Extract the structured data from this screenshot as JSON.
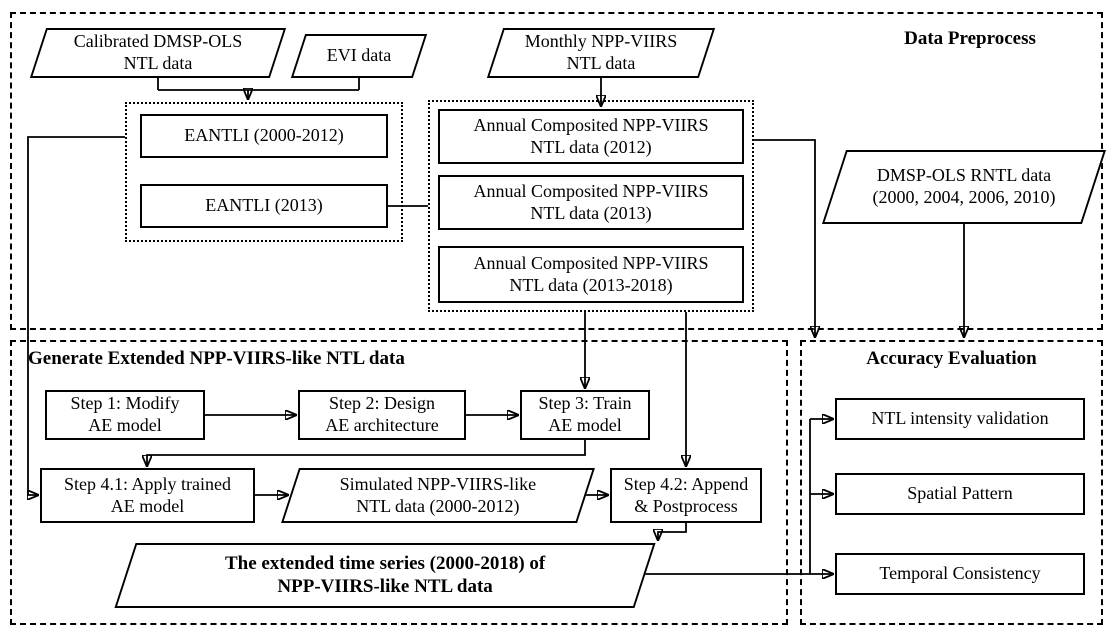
{
  "colors": {
    "line": "#000000",
    "background": "#ffffff",
    "text": "#000000"
  },
  "sections": {
    "preprocess": {
      "title": "Data Preprocess"
    },
    "generate": {
      "title": "Generate Extended NPP-VIIRS-like NTL data"
    },
    "accuracy": {
      "title": "Accuracy Evaluation"
    }
  },
  "nodes": {
    "calibrated_dmsp": {
      "label": "Calibrated DMSP-OLS\nNTL data",
      "shape": "parallelogram"
    },
    "evi": {
      "label": "EVI data",
      "shape": "parallelogram"
    },
    "monthly_npp": {
      "label": "Monthly NPP-VIIRS\nNTL data",
      "shape": "parallelogram"
    },
    "eantli_2000_2012": {
      "label": "EANTLI (2000-2012)",
      "shape": "rectangle"
    },
    "eantli_2013": {
      "label": "EANTLI (2013)",
      "shape": "rectangle"
    },
    "annual_2012": {
      "label": "Annual Composited NPP-VIIRS\nNTL data (2012)",
      "shape": "rectangle"
    },
    "annual_2013": {
      "label": "Annual Composited NPP-VIIRS\nNTL data (2013)",
      "shape": "rectangle"
    },
    "annual_2013_2018": {
      "label": "Annual Composited NPP-VIIRS\nNTL data (2013-2018)",
      "shape": "rectangle"
    },
    "dmsp_rntl": {
      "label": "DMSP-OLS RNTL data\n(2000, 2004, 2006, 2010)",
      "shape": "parallelogram"
    },
    "step1": {
      "label": "Step 1: Modify\nAE model",
      "shape": "rectangle"
    },
    "step2": {
      "label": "Step 2: Design\nAE architecture",
      "shape": "rectangle"
    },
    "step3": {
      "label": "Step 3: Train\nAE model",
      "shape": "rectangle"
    },
    "step41": {
      "label": "Step 4.1: Apply trained\nAE model",
      "shape": "rectangle"
    },
    "simulated": {
      "label": "Simulated NPP-VIIRS-like\nNTL data (2000-2012)",
      "shape": "parallelogram"
    },
    "step42": {
      "label": "Step 4.2: Append\n& Postprocess",
      "shape": "rectangle"
    },
    "extended": {
      "label": "The extended time series (2000-2018) of\nNPP-VIIRS-like NTL data",
      "shape": "parallelogram"
    },
    "ntl_validation": {
      "label": "NTL intensity validation",
      "shape": "rectangle"
    },
    "spatial": {
      "label": "Spatial Pattern",
      "shape": "rectangle"
    },
    "temporal": {
      "label": "Temporal Consistency",
      "shape": "rectangle"
    }
  },
  "edges": [
    {
      "from": "calibrated_dmsp",
      "to": "eantli_group"
    },
    {
      "from": "evi",
      "to": "eantli_group"
    },
    {
      "from": "monthly_npp",
      "to": "annual_2012"
    },
    {
      "from": "eantli_group",
      "to": "step41"
    },
    {
      "from": "eantli_2013",
      "to": "annual_group"
    },
    {
      "from": "annual_group",
      "to": "step3"
    },
    {
      "from": "annual_group",
      "to": "step42"
    },
    {
      "from": "annual_group",
      "to": "accuracy"
    },
    {
      "from": "dmsp_rntl",
      "to": "accuracy"
    },
    {
      "from": "step1",
      "to": "step2"
    },
    {
      "from": "step2",
      "to": "step3"
    },
    {
      "from": "step3",
      "to": "step41"
    },
    {
      "from": "step41",
      "to": "simulated"
    },
    {
      "from": "simulated",
      "to": "step42"
    },
    {
      "from": "step42",
      "to": "extended"
    },
    {
      "from": "extended",
      "to": "ntl_validation"
    },
    {
      "from": "extended",
      "to": "spatial"
    },
    {
      "from": "extended",
      "to": "temporal"
    }
  ]
}
